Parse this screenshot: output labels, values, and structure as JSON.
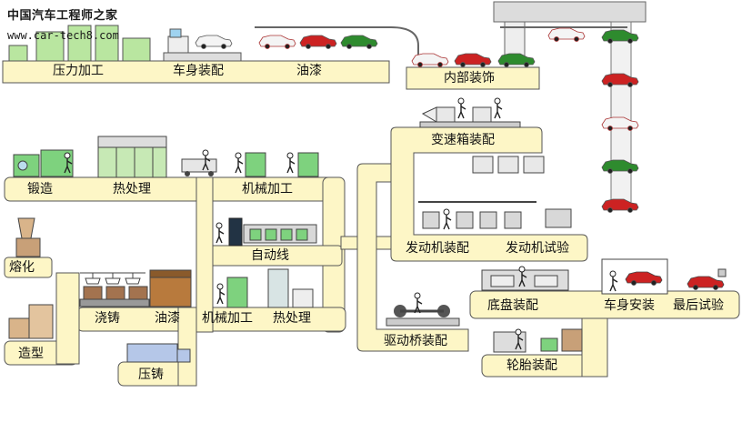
{
  "watermark": {
    "title": "中国汽车工程师之家",
    "url": "www.car-tech8.com"
  },
  "colors": {
    "process_fill": "#fdf6c6",
    "process_stroke": "#555555",
    "car_red": "#cc2222",
    "car_green": "#2e8b2e",
    "car_white": "#f4f4f4",
    "machine_green": "#7ed27e",
    "machine_blue": "#6fb3e0"
  },
  "labels": {
    "press": "压力加工",
    "body_assembly_top": "车身装配",
    "paint_top": "油漆",
    "interior_trim": "内部装饰",
    "forging": "锻造",
    "heat_treat_1": "热处理",
    "machining_1": "机械加工",
    "auto_line": "自动线",
    "melting": "熔化",
    "casting": "浇铸",
    "paint_mid": "油漆",
    "machining_2": "机械加工",
    "heat_treat_2": "热处理",
    "molding": "造型",
    "die_casting": "压铸",
    "transmission": "变速箱装配",
    "engine_assembly": "发动机装配",
    "engine_test": "发动机试验",
    "drive_axle": "驱动桥装配",
    "chassis": "底盘装配",
    "body_install": "车身安装",
    "final_test": "最后试验",
    "tire_assembly": "轮胎装配"
  }
}
